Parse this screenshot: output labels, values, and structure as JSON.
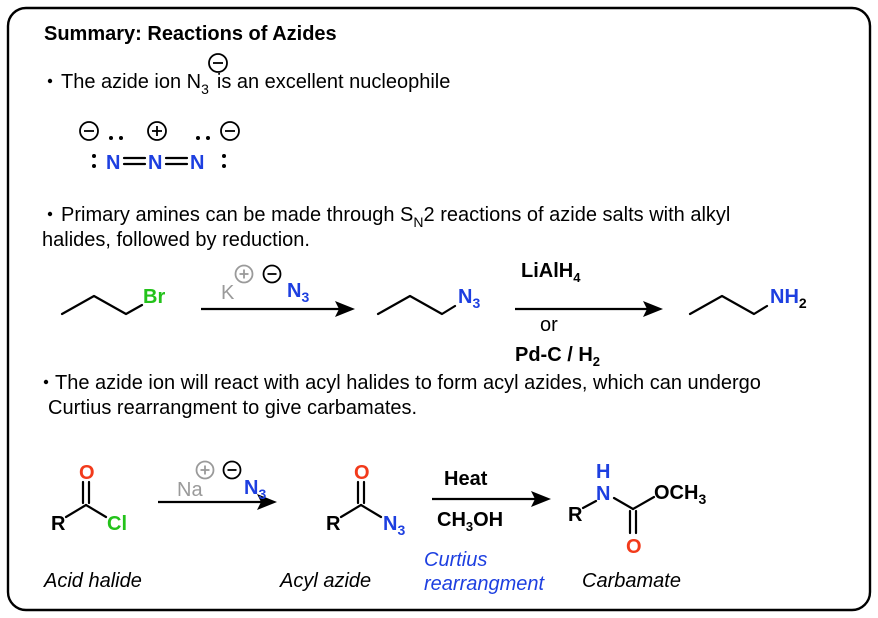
{
  "title": "Summary: Reactions of Azides",
  "bullets": {
    "one_prefix": "The azide ion N",
    "one_sub": "3",
    "one_suffix": "is an excellent nucleophile",
    "two_line1_a": "Primary amines can be made through S",
    "two_line1_sub": "N",
    "two_line1_b": "2 reactions of azide salts with alkyl",
    "two_line2": "halides, followed by reduction.",
    "three_line1": "The azide ion will react with acyl halides to form acyl azides, which can undergo",
    "three_line2": "Curtius rearrangment to give carbamates."
  },
  "atoms": {
    "nitrogen": "N",
    "bromine": "Br",
    "chlorine": "Cl",
    "oxygen": "O",
    "r_group": "R",
    "hydrogen": "H",
    "methoxy": "OCH",
    "methoxy_sub": "3",
    "amine": "NH",
    "amine_sub": "2",
    "azide_group": "N",
    "azide_sub": "3",
    "potassium": "K",
    "sodium": "Na"
  },
  "reagents": {
    "lialh4": "LiAlH",
    "lialh4_sub": "4",
    "or": "or",
    "pdc": "Pd-C / H",
    "pdc_sub": "2",
    "heat": "Heat",
    "ch3oh_a": "CH",
    "ch3oh_sub": "3",
    "ch3oh_b": "OH"
  },
  "captions": {
    "acid_halide": "Acid halide",
    "acyl_azide": "Acyl azide",
    "curtius_line1": "Curtius",
    "curtius_line2": "rearrangment",
    "carbamate": "Carbamate"
  },
  "colors": {
    "nitrogen": "#1d3fe0",
    "halogen": "#23c21a",
    "oxygen": "#f23a1b",
    "counterion": "#9a9a9a"
  }
}
